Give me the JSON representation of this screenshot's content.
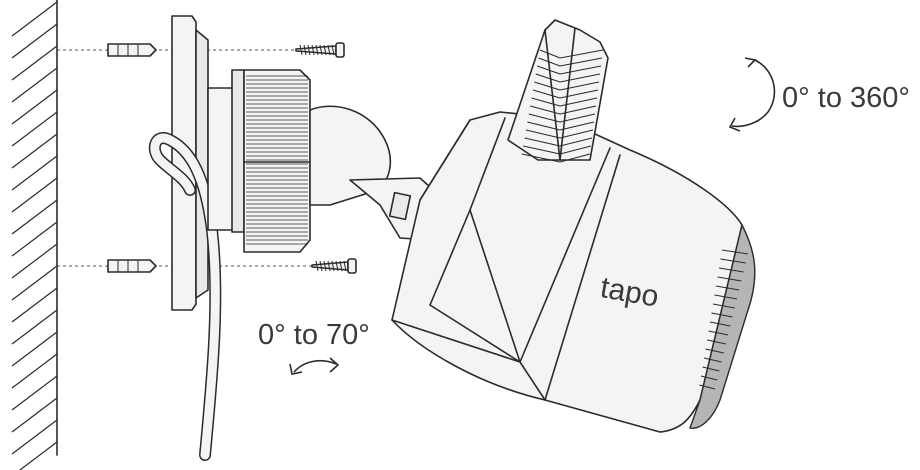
{
  "rotation_label": "0° to 360°",
  "tilt_label": "0° to 70°",
  "brand_label": "tapo",
  "colors": {
    "line": "#2b2b2b",
    "body": "#f4f4f4",
    "shade": "#e9e9e9",
    "dark": "#b5b5b5",
    "text": "#3a3a3a"
  }
}
